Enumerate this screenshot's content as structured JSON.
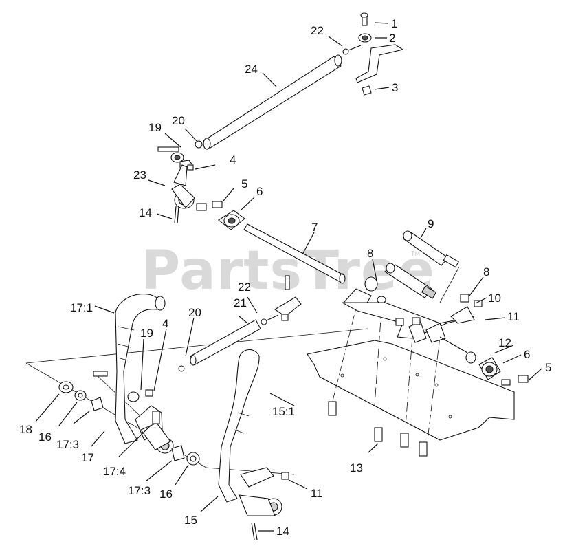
{
  "watermark": {
    "text": "PartsTree",
    "trademark": "TM"
  },
  "callouts": {
    "c1": "1",
    "c2": "2",
    "c3": "3",
    "c4a": "4",
    "c4b": "4",
    "c5a": "5",
    "c5b": "5",
    "c6a": "6",
    "c6b": "6",
    "c7": "7",
    "c8a": "8",
    "c8b": "8",
    "c9": "9",
    "c10": "10",
    "c11a": "11",
    "c11b": "11",
    "c12": "12",
    "c13": "13",
    "c14a": "14",
    "c14b": "14",
    "c15": "15",
    "c15_1": "15:1",
    "c16a": "16",
    "c16b": "16",
    "c17": "17",
    "c17_1": "17:1",
    "c17_3a": "17:3",
    "c17_3b": "17:3",
    "c17_4": "17:4",
    "c18": "18",
    "c19a": "19",
    "c19b": "19",
    "c20a": "20",
    "c20b": "20",
    "c21": "21",
    "c22a": "22",
    "c22b": "22",
    "c23": "23",
    "c24": "24"
  }
}
